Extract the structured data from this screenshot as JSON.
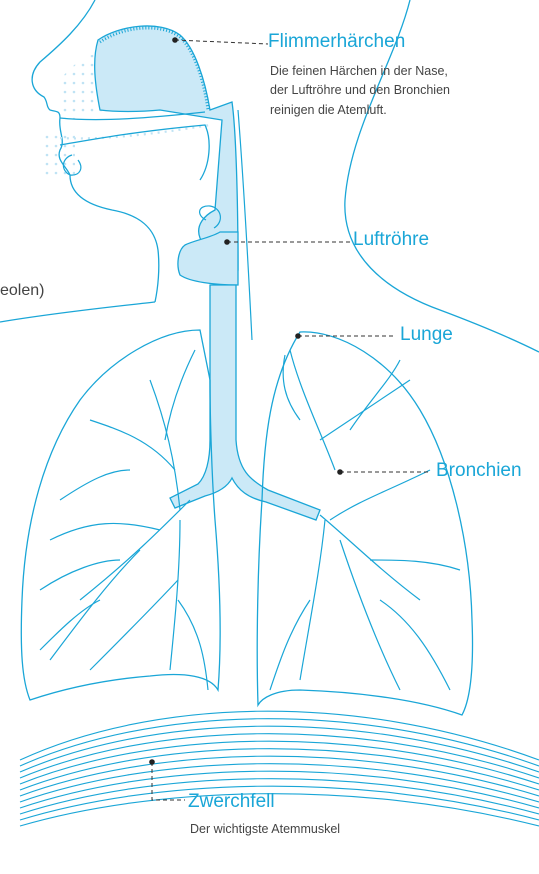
{
  "labels": {
    "flimmerhaerchen": {
      "title": "Flimmerhärchen",
      "desc": [
        "Die feinen Härchen in der Nase,",
        "der Luftröhre und den Bronchien",
        "reinigen die Atemluft."
      ]
    },
    "luftroehre": {
      "title": "Luftröhre"
    },
    "lunge": {
      "title": "Lunge"
    },
    "bronchien": {
      "title": "Bronchien"
    },
    "zwerchfell": {
      "title": "Zwerchfell",
      "desc": "Der wichtigste Atemmuskel"
    },
    "alveolen_partial": "eolen)"
  },
  "colors": {
    "line": "#1aa6d7",
    "fill": "#cbe9f7",
    "label": "#1aa6d7",
    "text": "#444444",
    "leader": "#333333"
  }
}
